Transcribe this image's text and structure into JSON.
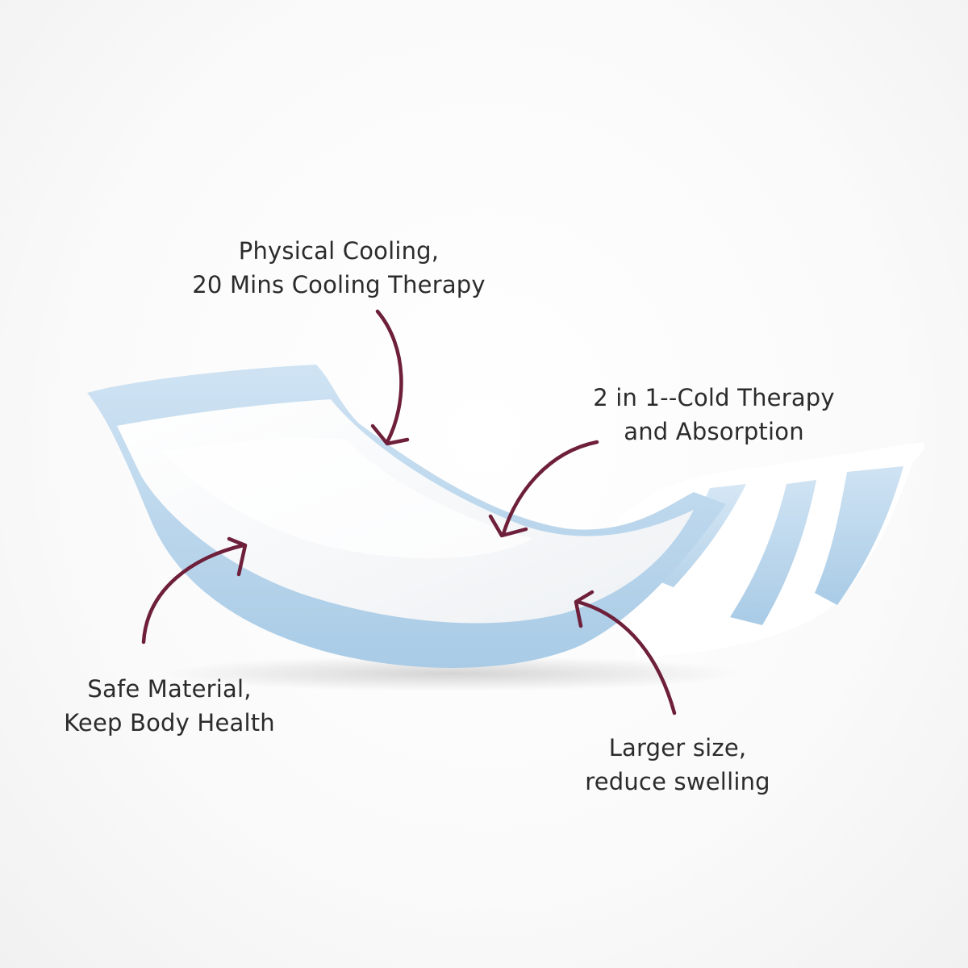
{
  "colors": {
    "pad_blue": "#b9d6ec",
    "pad_white": "#ffffff",
    "arrow": "#6e1f3a",
    "text": "#2b2b2b"
  },
  "callouts": {
    "cooling": {
      "line1": "Physical Cooling,",
      "line2": "20 Mins Cooling Therapy"
    },
    "two_in_one": {
      "line1": "2 in 1--Cold Therapy",
      "line2": "and Absorption"
    },
    "safe": {
      "line1": "Safe Material,",
      "line2": "Keep Body Health"
    },
    "larger": {
      "line1": "Larger size,",
      "line2": "reduce swelling"
    }
  }
}
